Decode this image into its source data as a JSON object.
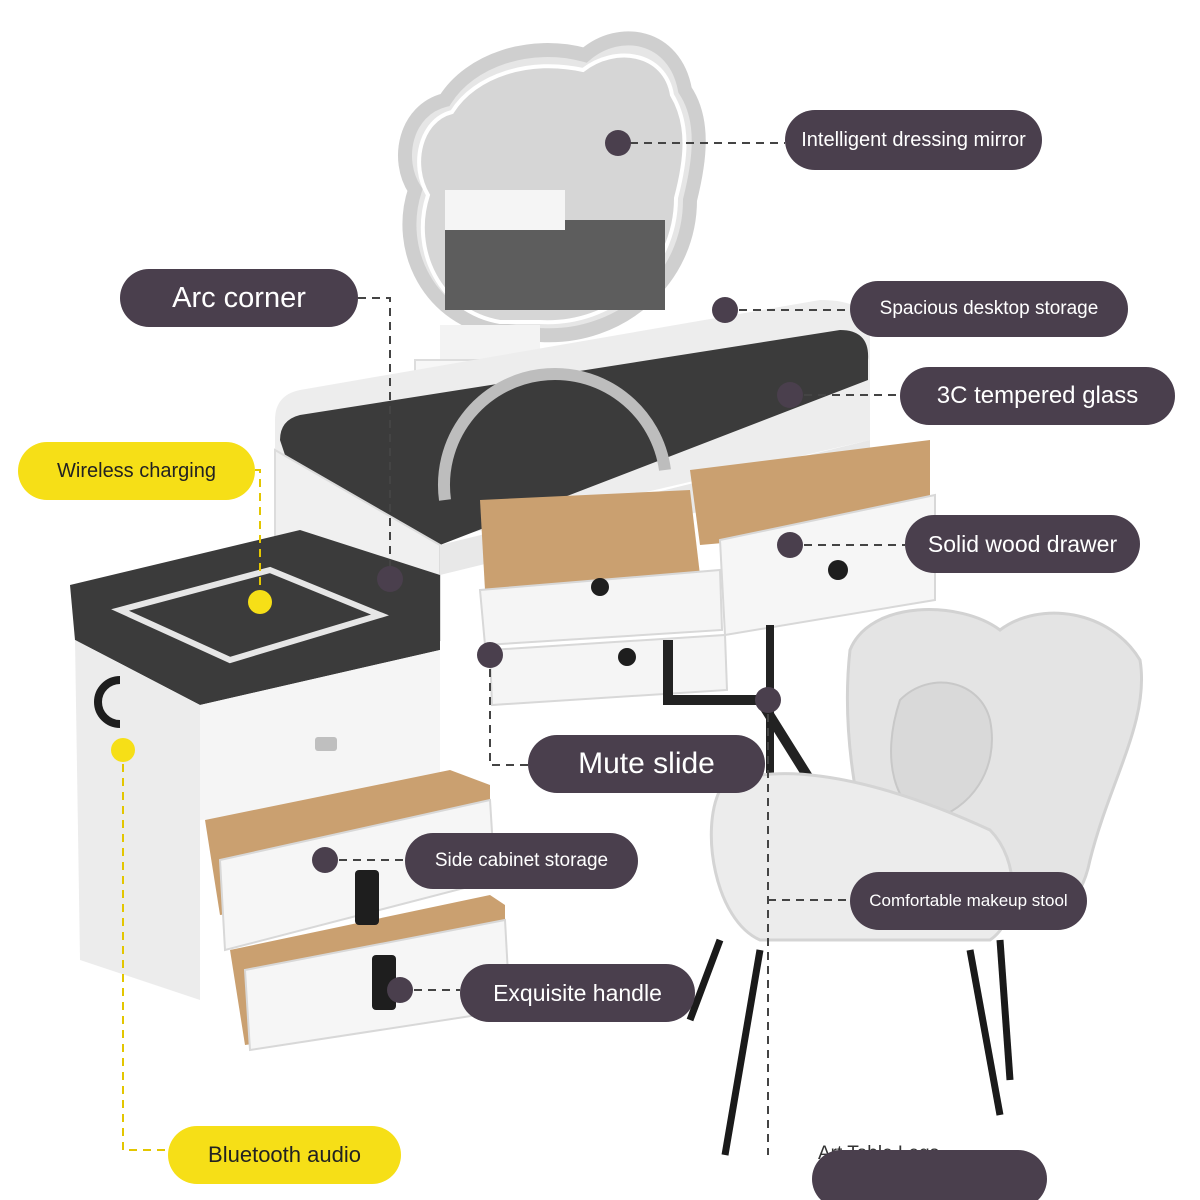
{
  "labels": {
    "mirror": "Intelligent dressing mirror",
    "arc_corner": "Arc corner",
    "desktop_storage": "Spacious desktop storage",
    "tempered_glass": "3C tempered glass",
    "wireless_charging": "Wireless charging",
    "wood_drawer": "Solid wood drawer",
    "mute_slide": "Mute slide",
    "side_cabinet": "Side cabinet storage",
    "makeup_stool": "Comfortable makeup stool",
    "exquisite_handle": "Exquisite handle",
    "table_legs": "Art Table Legs",
    "bluetooth_audio": "Bluetooth audio"
  },
  "colors": {
    "label_dark": "#4a3f4d",
    "label_highlight": "#f6df17",
    "furniture_white": "#f2f2f2",
    "glass_top": "#3a3a3a",
    "wood": "#c9a071"
  }
}
